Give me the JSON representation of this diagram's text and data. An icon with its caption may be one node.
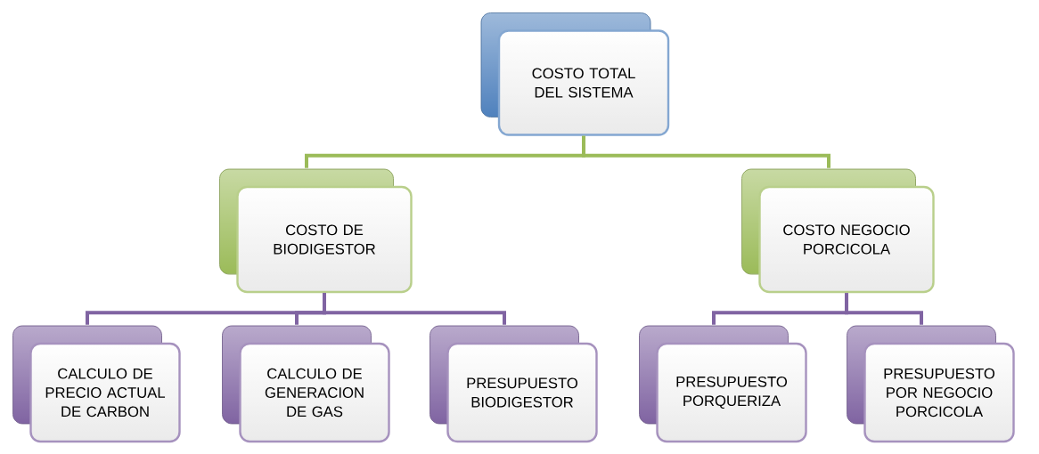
{
  "diagram": {
    "nodes": [
      {
        "text": [
          "COSTO TOTAL DEL SISTEMA"
        ]
      },
      {
        "text": [
          "COSTO DE BIODIGESTOR"
        ]
      },
      {
        "text": [
          "COSTO NEGOCIO PORCICOLA"
        ]
      },
      {
        "text": [
          "CALCULO DE PRECIO ACTUAL DE CARBON"
        ]
      },
      {
        "text": [
          "CALCULO DE GENERACION DE GAS"
        ]
      },
      {
        "text": [
          "PRESUPUESTO BIODIGESTOR"
        ]
      },
      {
        "text": [
          "PRESUPUESTO PORQUERIZA"
        ]
      },
      {
        "text": [
          "PRESUPUESTO POR NEGOCIO PORCICOLA"
        ]
      }
    ],
    "edges": [
      {
        "from": 0,
        "to": 1,
        "arrow": "none",
        "color": "#9bbb59"
      },
      {
        "from": 0,
        "to": 2,
        "arrow": "none",
        "color": "#9bbb59"
      },
      {
        "from": 1,
        "to": 3,
        "arrow": "none"
      },
      {
        "from": 1,
        "to": 4,
        "arrow": "none"
      },
      {
        "from": 1,
        "to": 5,
        "arrow": "none"
      },
      {
        "from": 2,
        "to": 6,
        "arrow": "none"
      },
      {
        "from": 2,
        "to": 7,
        "arrow": "none"
      }
    ]
  }
}
